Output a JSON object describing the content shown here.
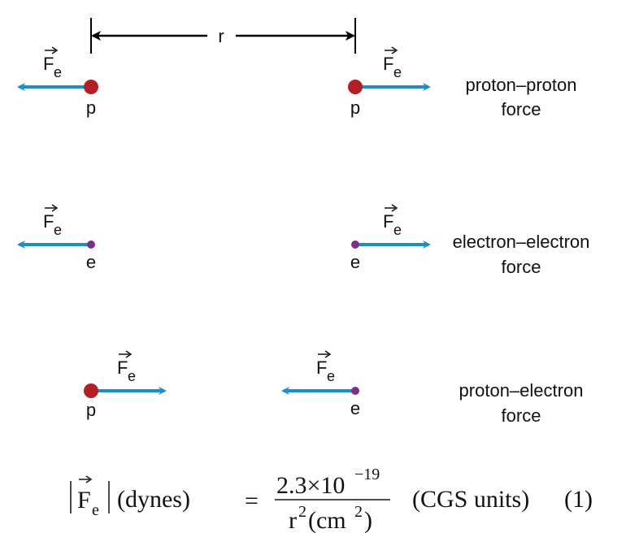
{
  "colors": {
    "arrow": "#1b8fc9",
    "proton": "#b31f24",
    "electron": "#7d2f8a",
    "text": "#111111"
  },
  "separation_label": "r",
  "force_symbol": "F",
  "force_subscript": "e",
  "particle_labels": {
    "proton": "p",
    "electron": "e"
  },
  "rows": [
    {
      "title_line1": "proton–proton",
      "title_line2": "force"
    },
    {
      "title_line1": "electron–electron",
      "title_line2": "force"
    },
    {
      "title_line1": "proton–electron",
      "title_line2": "force"
    }
  ],
  "equation": {
    "units": "(dynes)",
    "equals": "=",
    "numerator_coeff": "2.3×10",
    "numerator_exp": "−19",
    "denominator_r": "r",
    "denominator_exp1": "2",
    "denominator_unit": "(cm",
    "denominator_exp2": "2",
    "denominator_close": ")",
    "system": "(CGS units)",
    "number": "(1)"
  }
}
